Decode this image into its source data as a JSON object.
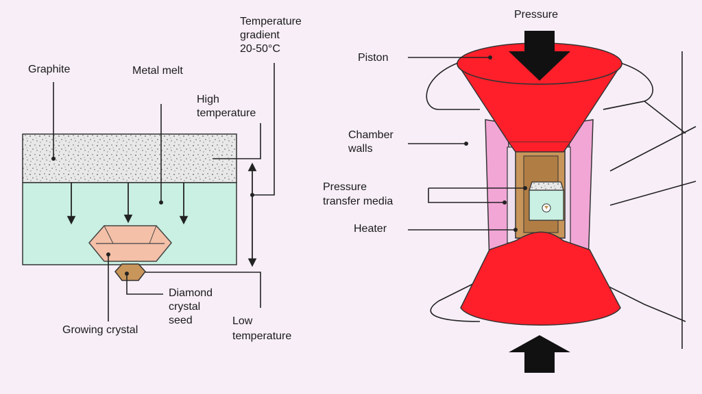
{
  "left_diagram": {
    "labels": {
      "temperature_gradient": [
        "Temperature",
        "gradient",
        "20-50°C"
      ],
      "graphite": "Graphite",
      "metal_melt": "Metal melt",
      "high_temperature": [
        "High",
        "temperature"
      ],
      "diamond_seed": [
        "Diamond",
        "crystal",
        "seed"
      ],
      "growing_crystal": "Growing crystal",
      "low_temperature": [
        "Low",
        "temperature"
      ]
    }
  },
  "right_diagram": {
    "labels": {
      "pressure": "Pressure",
      "piston": "Piston",
      "chamber_walls": [
        "Chamber",
        "walls"
      ],
      "pressure_transfer_media": [
        "Pressure",
        "transfer media"
      ],
      "heater": "Heater"
    }
  },
  "colors": {
    "background": "#f7eef7",
    "graphite": "#e8e8e8",
    "metal_melt": "#c9f0e2",
    "crystal": "#f4c0a8",
    "seed": "#c8955a",
    "piston": "#ff1f2a",
    "chamber_wall": "#f2a6d6",
    "heater": "#c8955a"
  }
}
